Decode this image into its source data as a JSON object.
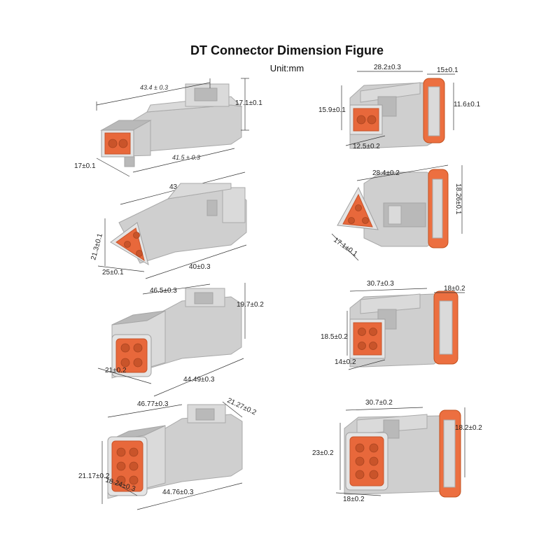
{
  "title": "DT Connector Dimension Figure",
  "unit": "Unit:mm",
  "dims": {
    "c1_top": "43.4 ± 0.3",
    "c1_height": "17.1±0.1",
    "c1_mid": "41.5 ± 0.3",
    "c1_width": "17±0.1",
    "c1_len": "43.4±0.3",
    "c2_top": "28.2±0.3",
    "c2_seal": "15±0.1",
    "c2_left": "15.9±0.1",
    "c2_right": "11.6±0.1",
    "c2_base": "12.5±0.2",
    "c3_top": "28.4±0.2",
    "c3_right": "18.26±0.1",
    "c3_face": "17.1±0.1",
    "c4_side": "21.3±0.1",
    "c4_face": "25±0.1",
    "c4_len": "40±0.3",
    "c5_top": "30.7±0.3",
    "c5_seal": "18±0.2",
    "c5_left": "18.5±0.2",
    "c5_base": "14±0.2",
    "c6_top": "46.5±0.3",
    "c6_right": "19.7±0.2",
    "c6_face": "21±0.2",
    "c6_len": "44.49±0.3",
    "c7_top": "30.7±0.2",
    "c7_left": "23±0.2",
    "c7_right": "18.2±0.2",
    "c7_base": "18±0.2",
    "c8_top": "46.77±0.3",
    "c8_tr": "21.27±0.2",
    "c8_left": "21.17±0.2",
    "c8_face": "18.24±0.3",
    "c8_len": "44.76±0.3"
  }
}
